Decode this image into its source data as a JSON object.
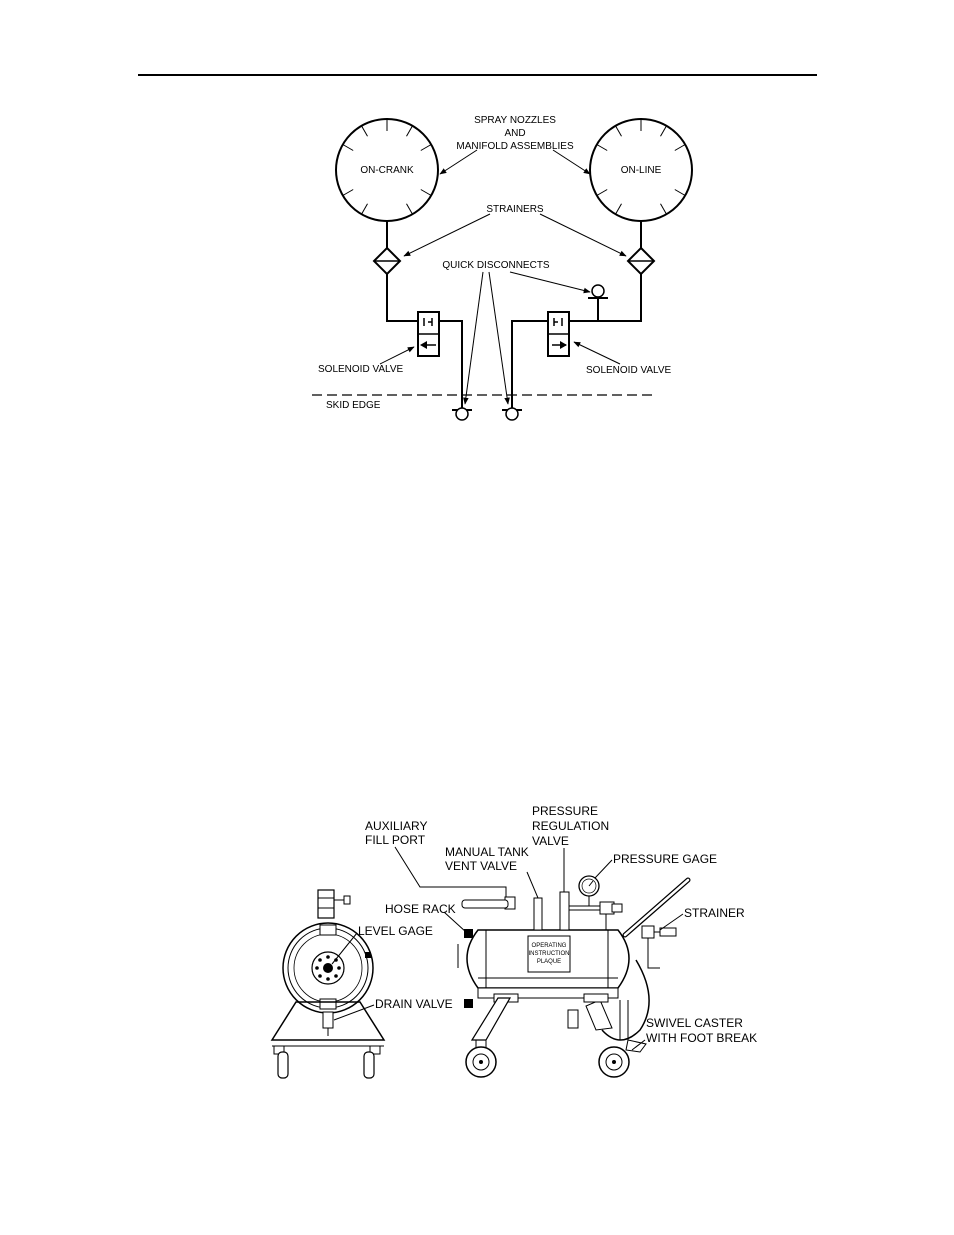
{
  "diagram1": {
    "labels": {
      "spray_nozzles": [
        "SPRAY NOZZLES",
        "AND",
        "MANIFOLD ASSEMBLIES"
      ],
      "on_crank": "ON-CRANK",
      "on_line": "ON-LINE",
      "strainers": "STRAINERS",
      "quick_disconnects": "QUICK DISCONNECTS",
      "solenoid_valve_left": "SOLENOID  VALVE",
      "solenoid_valve_right": "SOLENOID  VALVE",
      "skid_edge": "SKID EDGE"
    }
  },
  "diagram2": {
    "labels": {
      "auxiliary_fill_port": [
        "AUXILIARY",
        "FILL PORT"
      ],
      "manual_tank_vent_valve": [
        "MANUAL TANK",
        "VENT VALVE"
      ],
      "pressure_regulation_valve": [
        "PRESSURE",
        "REGULATION",
        "VALVE"
      ],
      "pressure_gage": "PRESSURE GAGE",
      "strainer": "STRAINER",
      "hose_rack": "HOSE RACK",
      "level_gage": "LEVEL GAGE",
      "drain_valve": "DRAIN VALVE",
      "swivel_caster": [
        "SWIVEL CASTER",
        "WITH FOOT BREAK"
      ],
      "plaque": [
        "OPERATING",
        "INSTRUCTION",
        "PLAQUE"
      ]
    }
  }
}
